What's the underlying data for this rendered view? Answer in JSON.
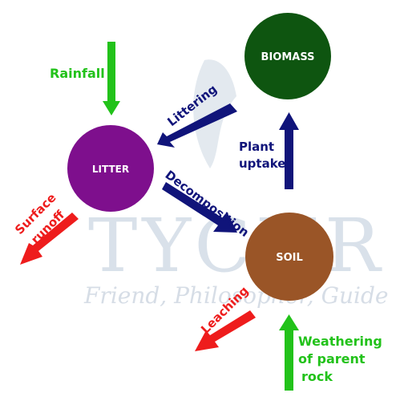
{
  "watermark": {
    "main": "TYCHR",
    "tagline": "Friend, Philosopher, Guide"
  },
  "nodes": {
    "biomass": "BIOMASS",
    "litter": "LITTER",
    "soil": "SOIL"
  },
  "flows": {
    "rainfall": "Rainfall",
    "littering": "Littering",
    "decomposition": "Decomposition",
    "plant_uptake": [
      "Plant",
      "uptake"
    ],
    "surface_runoff": [
      "Surface",
      "runoff"
    ],
    "leaching": "Leaching",
    "weathering": [
      "Weathering",
      "of parent",
      "rock"
    ]
  },
  "colors": {
    "biomass": "#0e5510",
    "litter": "#7e0f8d",
    "soil": "#9a5527",
    "input": "#22c21a",
    "output": "#ee1c1c",
    "transfer": "#10147a"
  }
}
